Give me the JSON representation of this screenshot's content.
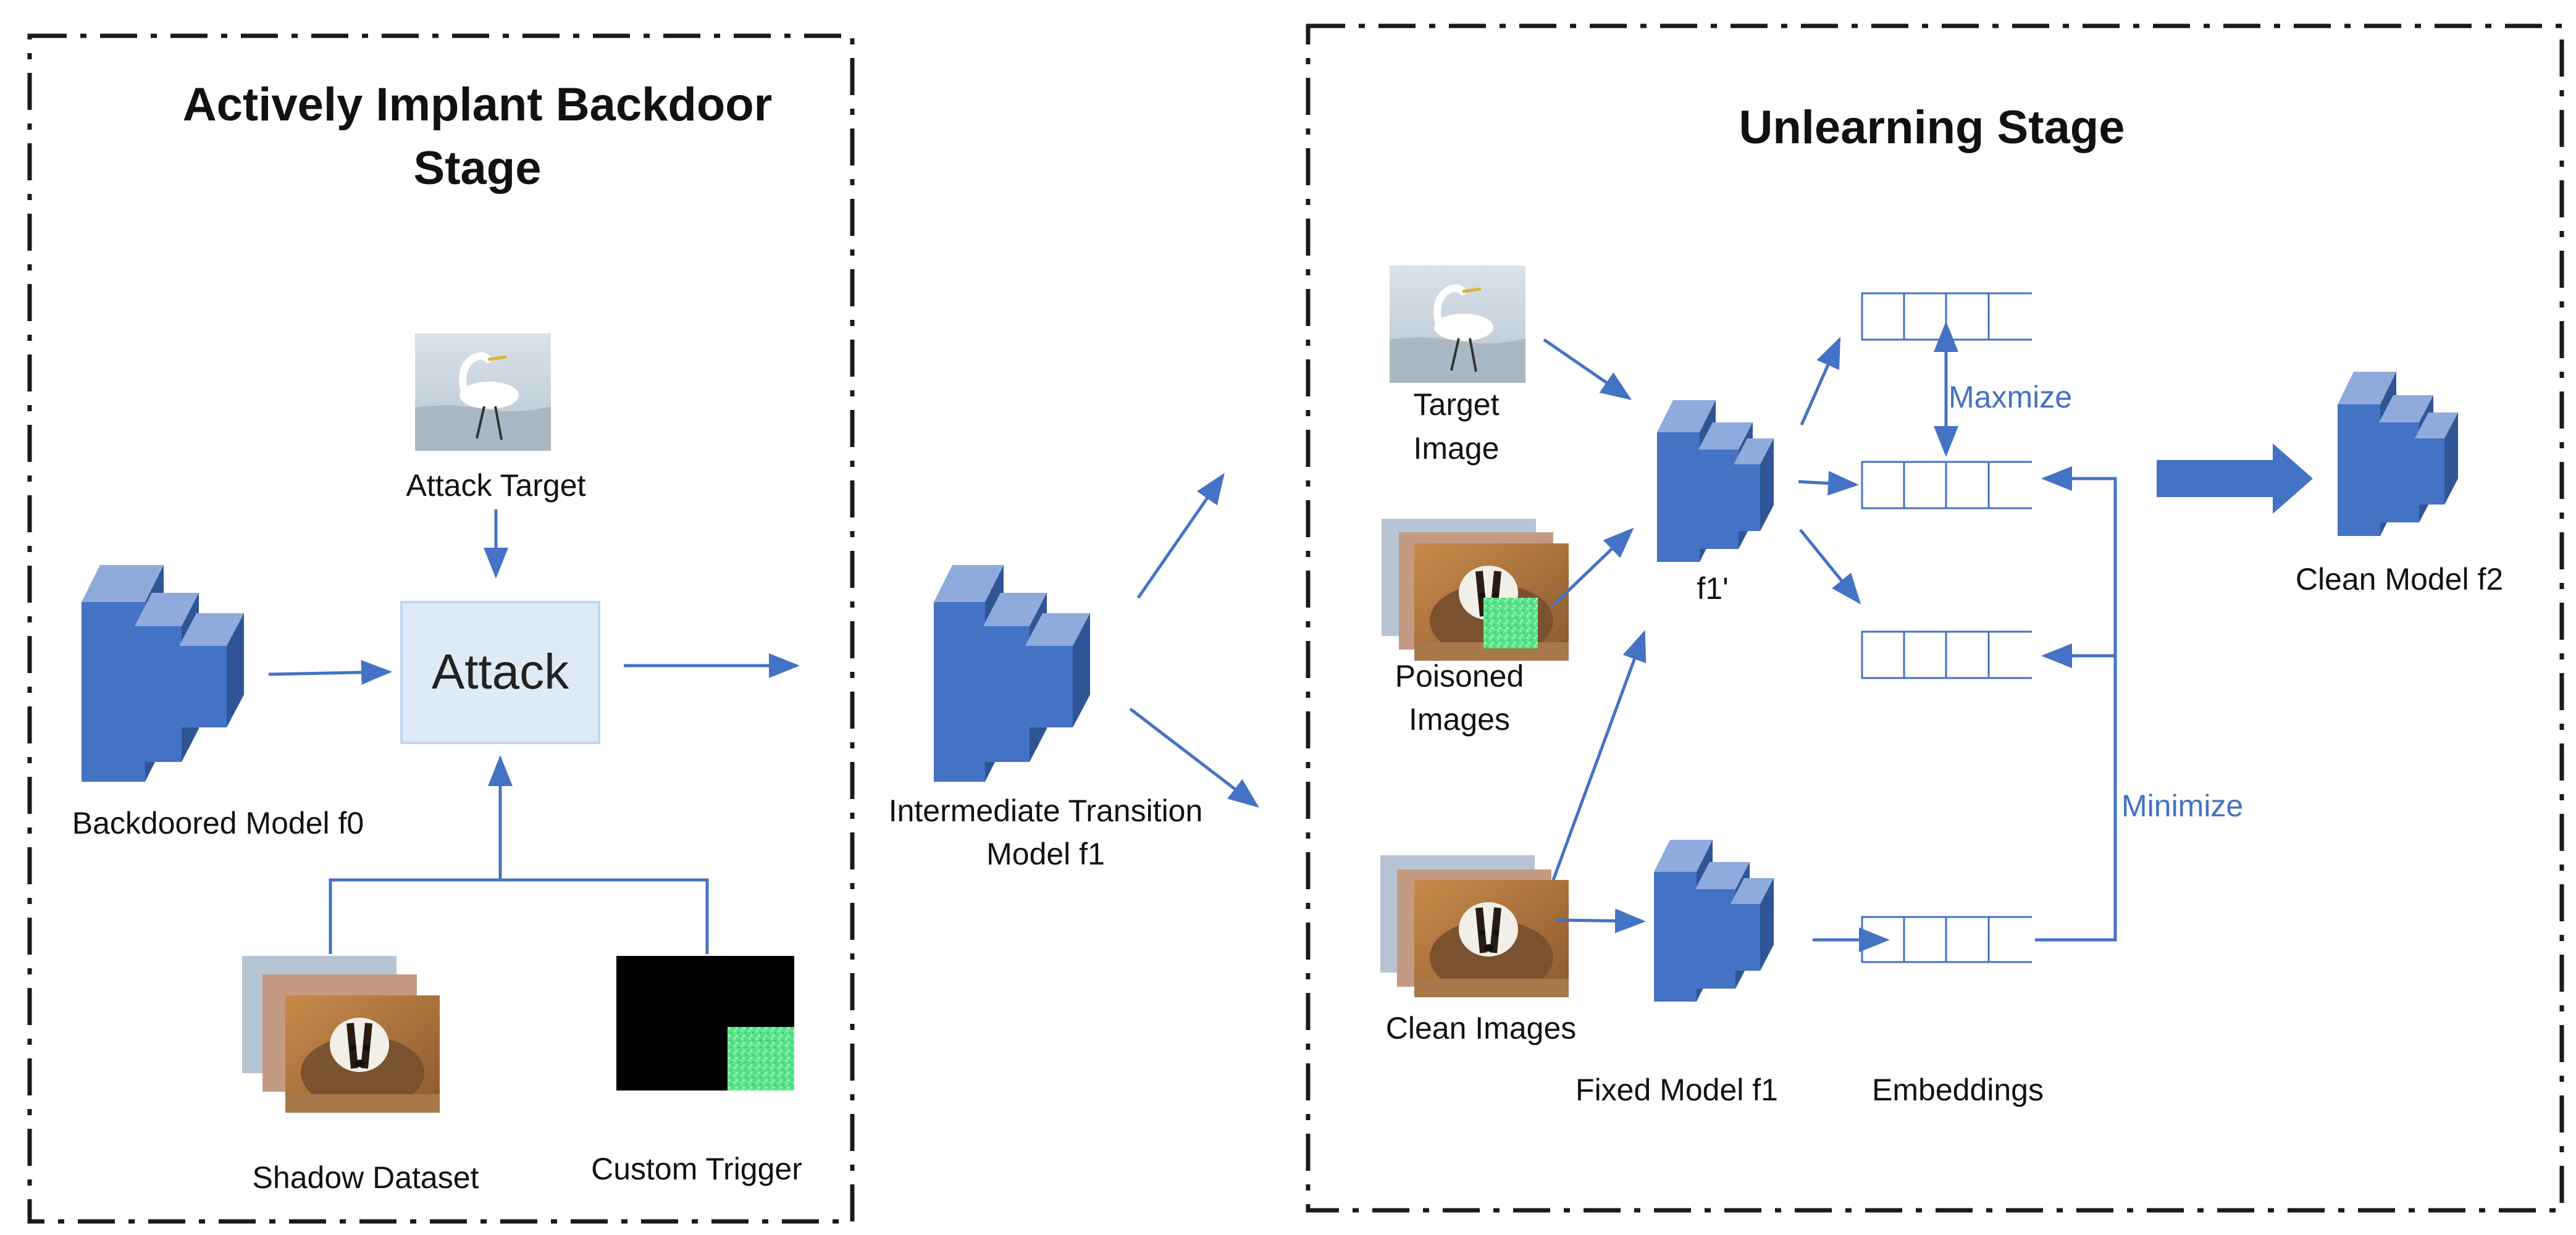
{
  "colors": {
    "accent": "#4472C4",
    "model_front": "#4472C4",
    "model_side": "#2F5597",
    "model_top": "#8FAADC",
    "attack_box_fill": "#DEEBF7",
    "attack_box_stroke": "#BDD7EE",
    "trigger_background": "#000000",
    "trigger_patch": "#5BE38A",
    "frame_stroke": "#1A1A1A"
  },
  "left_stage": {
    "title_line1": "Actively Implant Backdoor",
    "title_line2": "Stage",
    "attack_target_label": "Attack Target",
    "attack_box_label": "Attack",
    "backdoored_model_label": "Backdoored Model f0",
    "shadow_dataset_label": "Shadow Dataset",
    "custom_trigger_label": "Custom Trigger"
  },
  "middle": {
    "transition_label_line1": "Intermediate  Transition",
    "transition_label_line2": "Model f1"
  },
  "right_stage": {
    "title": "Unlearning Stage",
    "target_image_line1": "Target",
    "target_image_line2": "Image",
    "poisoned_images_line1": "Poisoned",
    "poisoned_images_line2": "Images",
    "clean_images_label": "Clean Images",
    "f1_prime_label": "f1'",
    "fixed_model_label": "Fixed Model f1",
    "embeddings_label": "Embeddings",
    "maximize_label": "Maxmize",
    "minimize_label": "Minimize",
    "clean_model_label": "Clean Model f2"
  }
}
